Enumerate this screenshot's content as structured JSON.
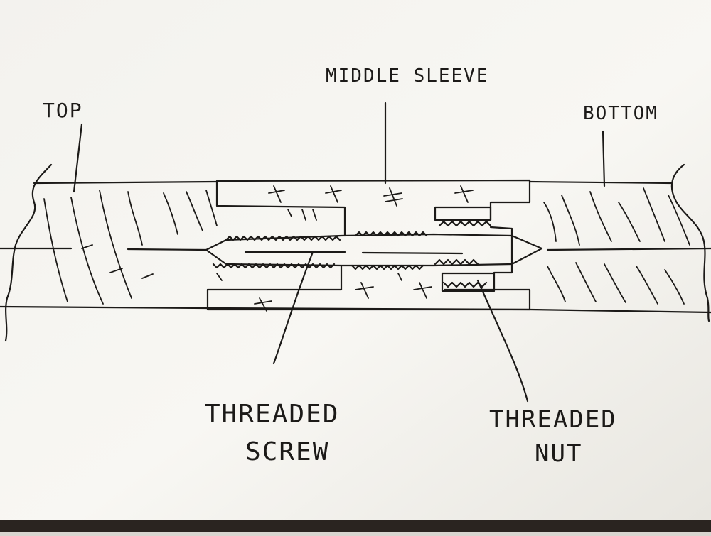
{
  "labels": {
    "middle_sleeve": "MIDDLE SLEEVE",
    "top": "TOP",
    "bottom": "BOTTOM",
    "threaded_screw": [
      "THREADED",
      "SCREW"
    ],
    "threaded_nut": [
      "THREADED",
      "NUT"
    ]
  },
  "colors": {
    "ink": "#1c1a18",
    "paper": "#f7f6f2",
    "paper_shadow": "#e9e7e1",
    "table": "#2a2420"
  }
}
